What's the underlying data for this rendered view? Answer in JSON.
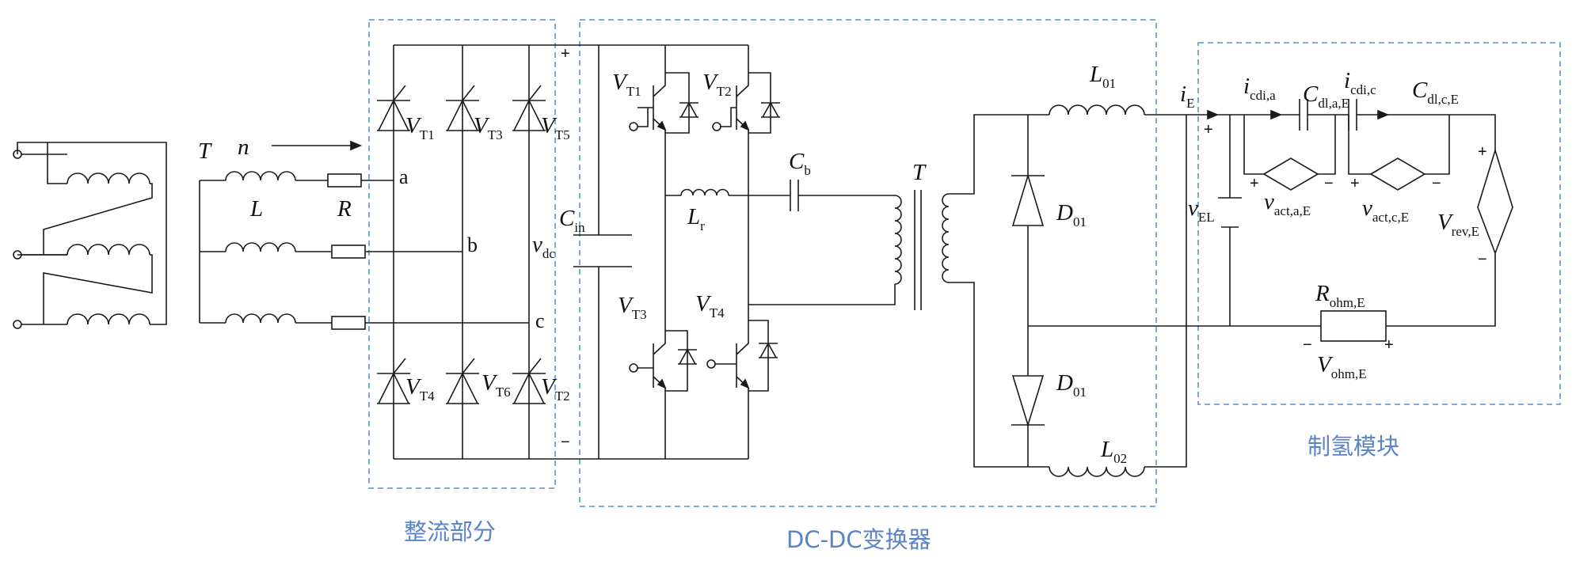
{
  "labels": {
    "T_left": "T",
    "n": "n",
    "L": "L",
    "R": "R",
    "phase_a": "a",
    "phase_b": "b",
    "phase_c": "c",
    "vdc": {
      "main": "v",
      "sub": "dc"
    },
    "vt1": {
      "main": "V",
      "sub": "T1"
    },
    "vt3": {
      "main": "V",
      "sub": "T3"
    },
    "vt5": {
      "main": "V",
      "sub": "T5"
    },
    "vt4": {
      "main": "V",
      "sub": "T4"
    },
    "vt6": {
      "main": "V",
      "sub": "T6"
    },
    "vt2": {
      "main": "V",
      "sub": "T2"
    },
    "cin": {
      "main": "C",
      "sub": "in"
    },
    "dc_t1": {
      "main": "V",
      "sub": "T1"
    },
    "dc_t2": {
      "main": "V",
      "sub": "T2"
    },
    "dc_t3": {
      "main": "V",
      "sub": "T3"
    },
    "dc_t4": {
      "main": "V",
      "sub": "T4"
    },
    "lr": {
      "main": "L",
      "sub": "r"
    },
    "cb": {
      "main": "C",
      "sub": "b"
    },
    "T_mid": "T",
    "l01": {
      "main": "L",
      "sub": "01"
    },
    "l02": {
      "main": "L",
      "sub": "02"
    },
    "d01_top": {
      "main": "D",
      "sub": "01"
    },
    "d01_bot": {
      "main": "D",
      "sub": "01"
    },
    "ie": {
      "main": "i",
      "sub": "E"
    },
    "vel": {
      "main": "v",
      "sub": "EL"
    },
    "icdi_a": {
      "main": "i",
      "sub": "cdi,a"
    },
    "icdi_c": {
      "main": "i",
      "sub": "cdi,c"
    },
    "cdl_a": {
      "main": "C",
      "sub": "dl,a,E"
    },
    "cdl_c": {
      "main": "C",
      "sub": "dl,c,E"
    },
    "vact_a": {
      "main": "v",
      "sub": "act,a,E"
    },
    "vact_c": {
      "main": "v",
      "sub": "act,c,E"
    },
    "vrev": {
      "main": "V",
      "sub": "rev,E"
    },
    "rohm": {
      "main": "R",
      "sub": "ohm,E"
    },
    "vohm": {
      "main": "V",
      "sub": "ohm,E"
    },
    "plus": "+",
    "minus": "−"
  },
  "captions": {
    "rectifier": "整流部分",
    "dcdc": "DC-DC变换器",
    "hydrogen": "制氢模块"
  },
  "colors": {
    "wire": "#1a1a1a",
    "dashed_box": "#6f9fd8",
    "caption": "#5b84c4"
  }
}
